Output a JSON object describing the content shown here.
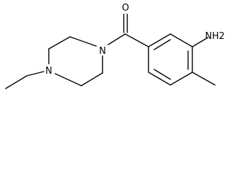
{
  "molecule": {
    "atoms": [
      {
        "id": "o1",
        "element": "O",
        "label": "O"
      },
      {
        "id": "n1",
        "element": "N",
        "label": "N"
      },
      {
        "id": "n2",
        "element": "N",
        "label": "N"
      },
      {
        "id": "nh2",
        "element": "N",
        "label": "NH2"
      }
    ],
    "colors": {
      "bond": "#000000",
      "label": "#000000",
      "background": "#ffffff"
    }
  }
}
